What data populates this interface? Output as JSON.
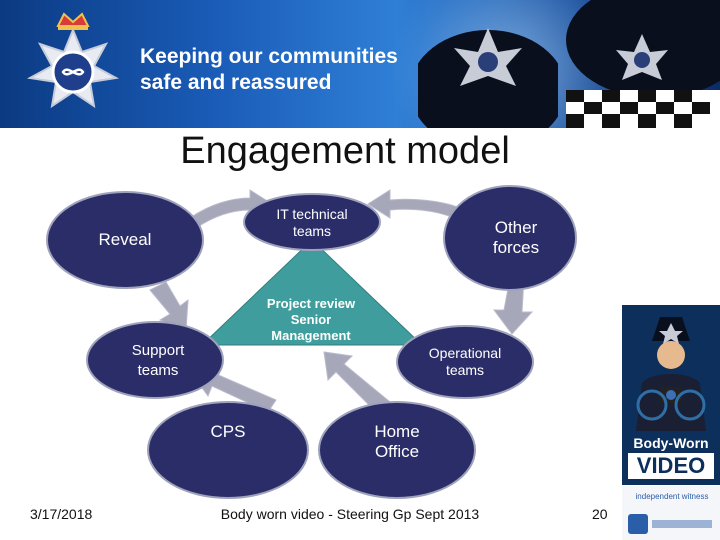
{
  "header": {
    "tagline_line1": "Keeping our communities",
    "tagline_line2": "safe and reassured"
  },
  "title": "Engagement model",
  "nodes": {
    "reveal": "Reveal",
    "it_technical": "IT technical\nteams",
    "other_forces": "Other\nforces",
    "project_review": "Project review\nSenior\nManagement",
    "support_teams": "Support\nteams",
    "operational_teams": "Operational\nteams",
    "cps": "CPS",
    "home_office": "Home\nOffice"
  },
  "side_panel": {
    "label_line1": "Body-Worn",
    "label_line2": "VIDEO",
    "caption": "independent witness"
  },
  "footer": {
    "date": "3/17/2018",
    "center": "Body worn video - Steering Gp Sept 2013",
    "page": "20"
  },
  "colors": {
    "node_fill": "#2b2d69",
    "node_border": "#9fa2bb",
    "triangle": "#3f9e9d",
    "arrow": "#a6a8ba",
    "banner": "#1a5cb8"
  }
}
